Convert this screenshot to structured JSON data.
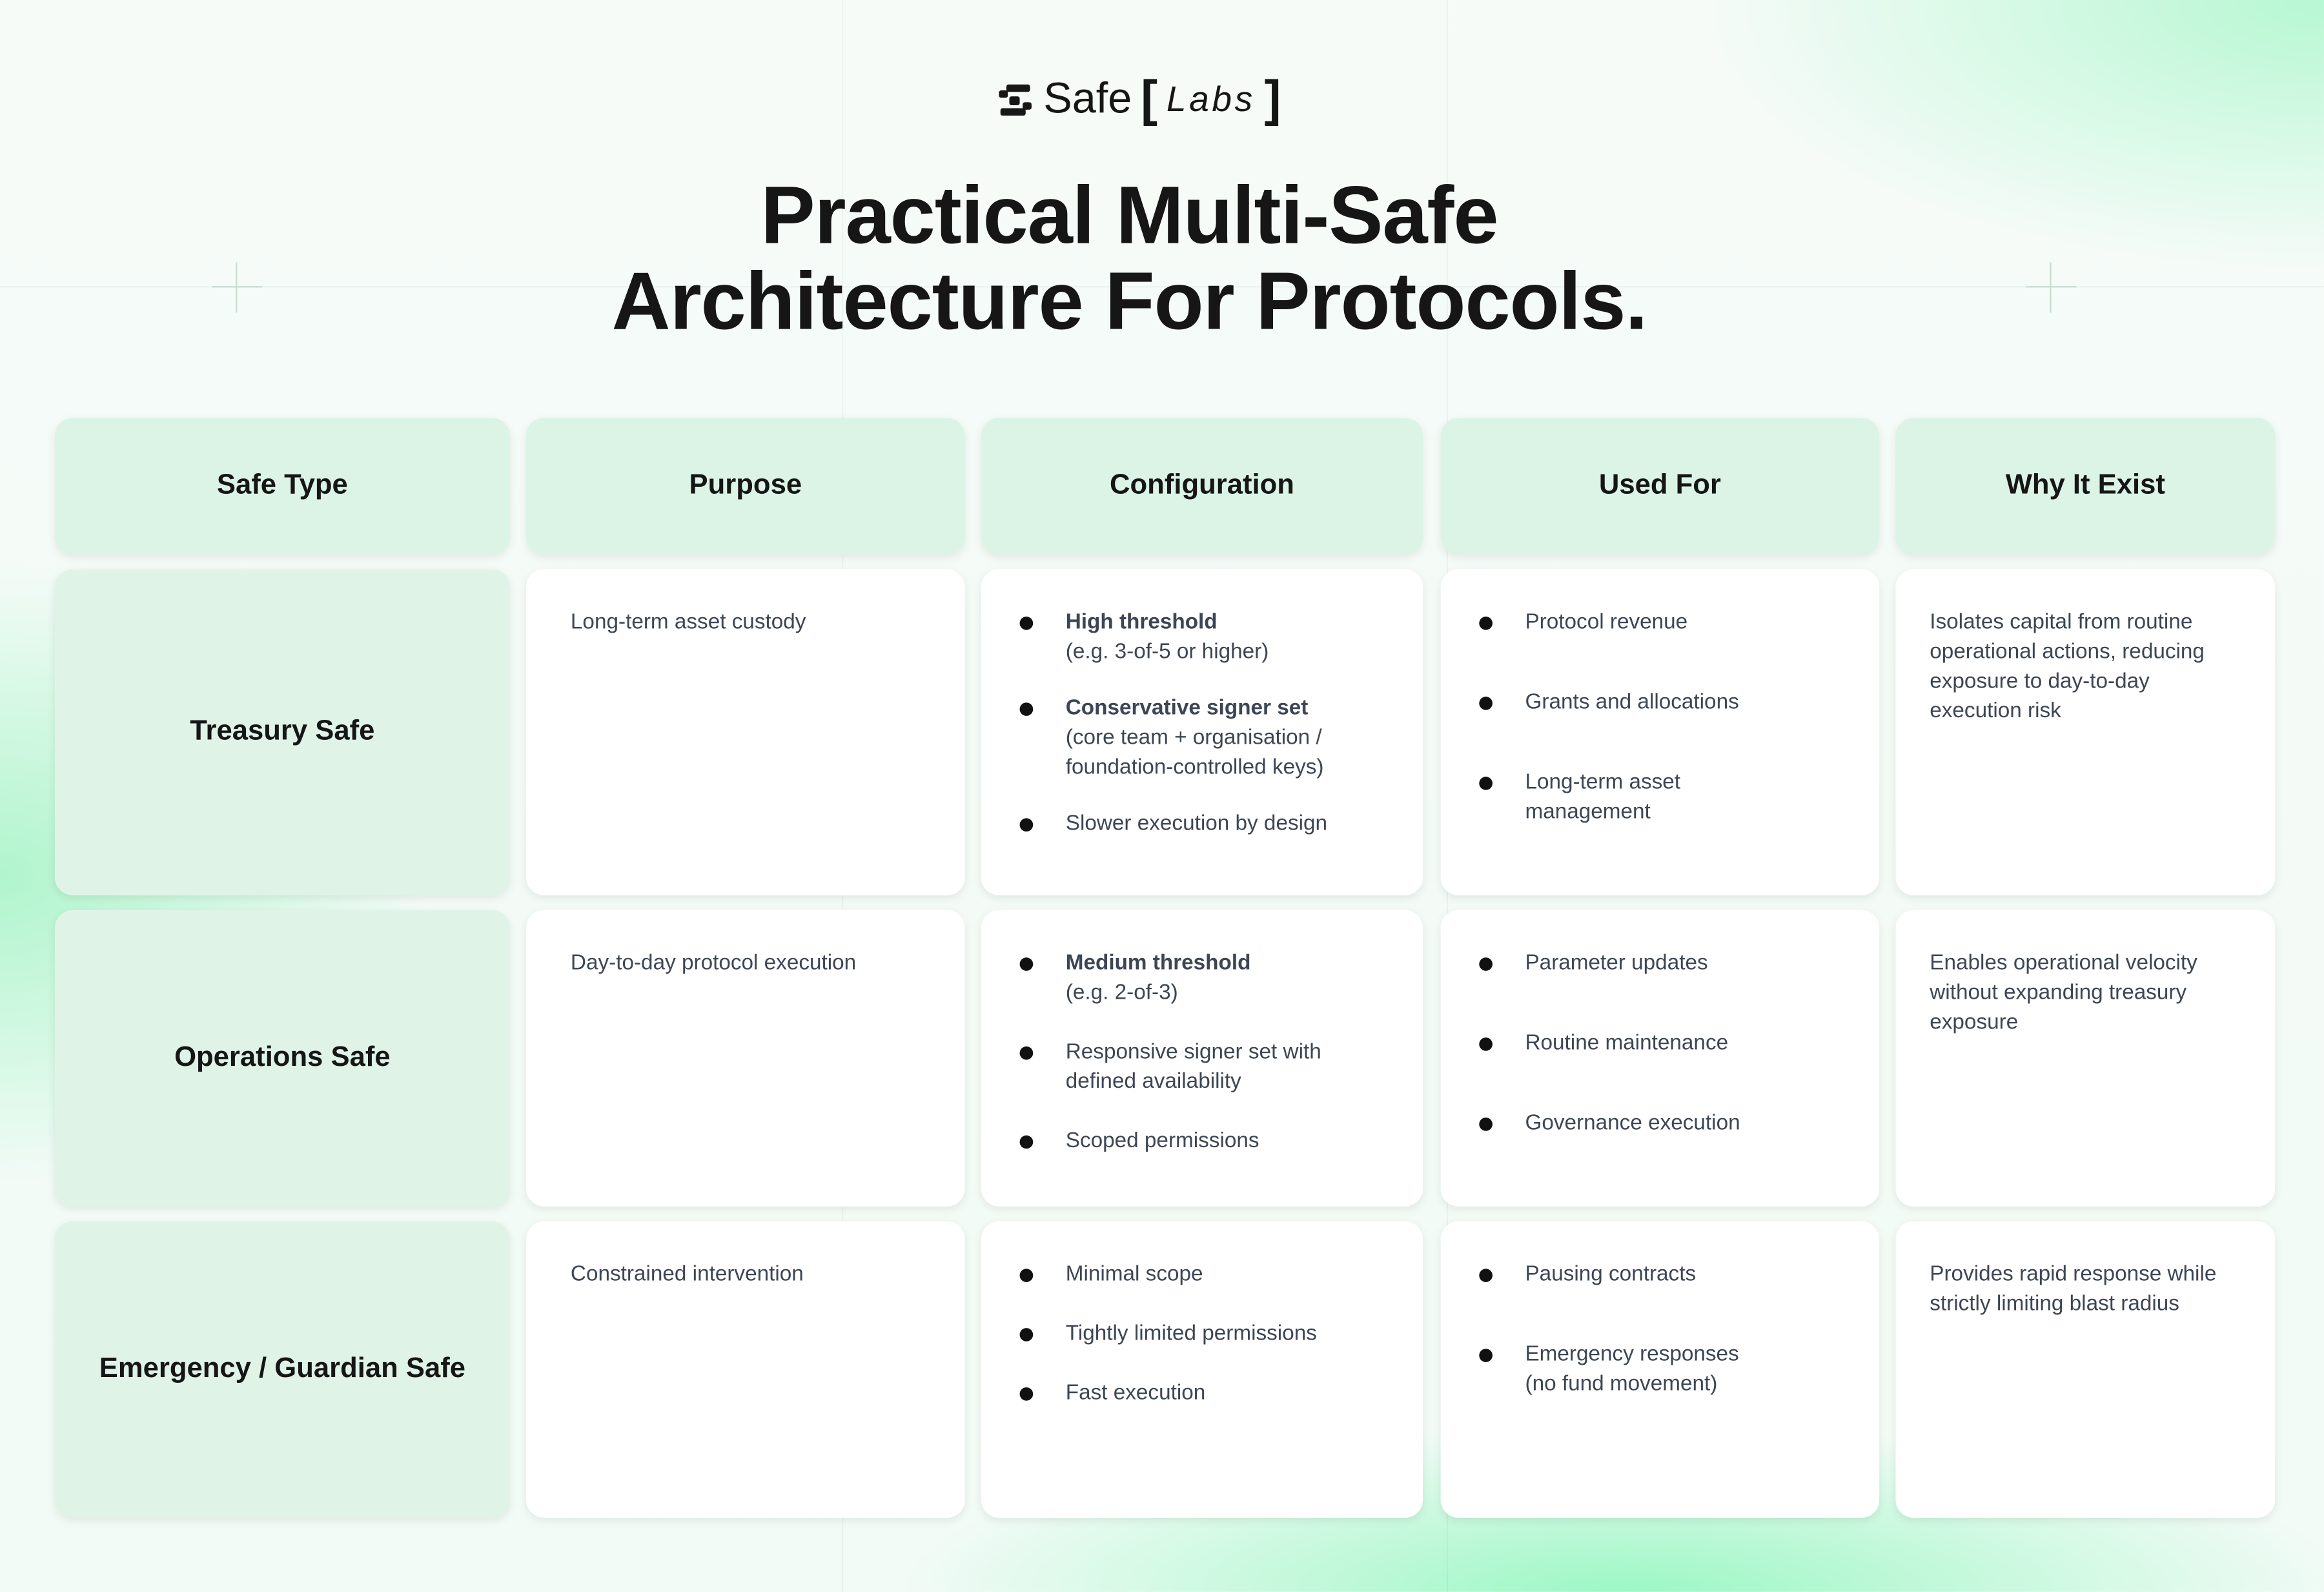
{
  "logo": {
    "name": "Safe",
    "suffix": "Labs"
  },
  "title": {
    "line1": "Practical Multi-Safe",
    "line2": "Architecture For Protocols."
  },
  "headers": [
    "Safe Type",
    "Purpose",
    "Configuration",
    "Used For",
    "Why It Exist"
  ],
  "rows": [
    {
      "type": "Treasury Safe",
      "purpose": "Long-term asset custody",
      "config": [
        {
          "bold": "High threshold",
          "text": "(e.g. 3-of-5 or higher)"
        },
        {
          "bold": "Conservative signer set",
          "text": "(core team + organisation / foundation-controlled keys)"
        },
        {
          "bold": "",
          "text": "Slower execution by design"
        }
      ],
      "used": [
        "Protocol revenue",
        "Grants and allocations",
        "Long-term asset management"
      ],
      "why": "Isolates capital from routine operational actions, reducing exposure to day-to-day execution risk"
    },
    {
      "type": "Operations Safe",
      "purpose": "Day-to-day protocol execution",
      "config": [
        {
          "bold": "Medium threshold",
          "text": "(e.g. 2-of-3)"
        },
        {
          "bold": "",
          "text": "Responsive signer set with defined availability"
        },
        {
          "bold": "",
          "text": "Scoped permissions"
        }
      ],
      "used": [
        "Parameter updates",
        "Routine maintenance",
        "Governance execution"
      ],
      "why": "Enables operational velocity without expanding treasury exposure"
    },
    {
      "type": "Emergency / Guardian Safe",
      "purpose": "Constrained intervention",
      "config": [
        {
          "bold": "",
          "text": "Minimal scope"
        },
        {
          "bold": "",
          "text": "Tightly limited permissions"
        },
        {
          "bold": "",
          "text": "Fast execution"
        }
      ],
      "used": [
        "Pausing contracts",
        "Emergency responses (no fund movement)"
      ],
      "why": "Provides rapid response while strictly limiting blast radius"
    }
  ]
}
